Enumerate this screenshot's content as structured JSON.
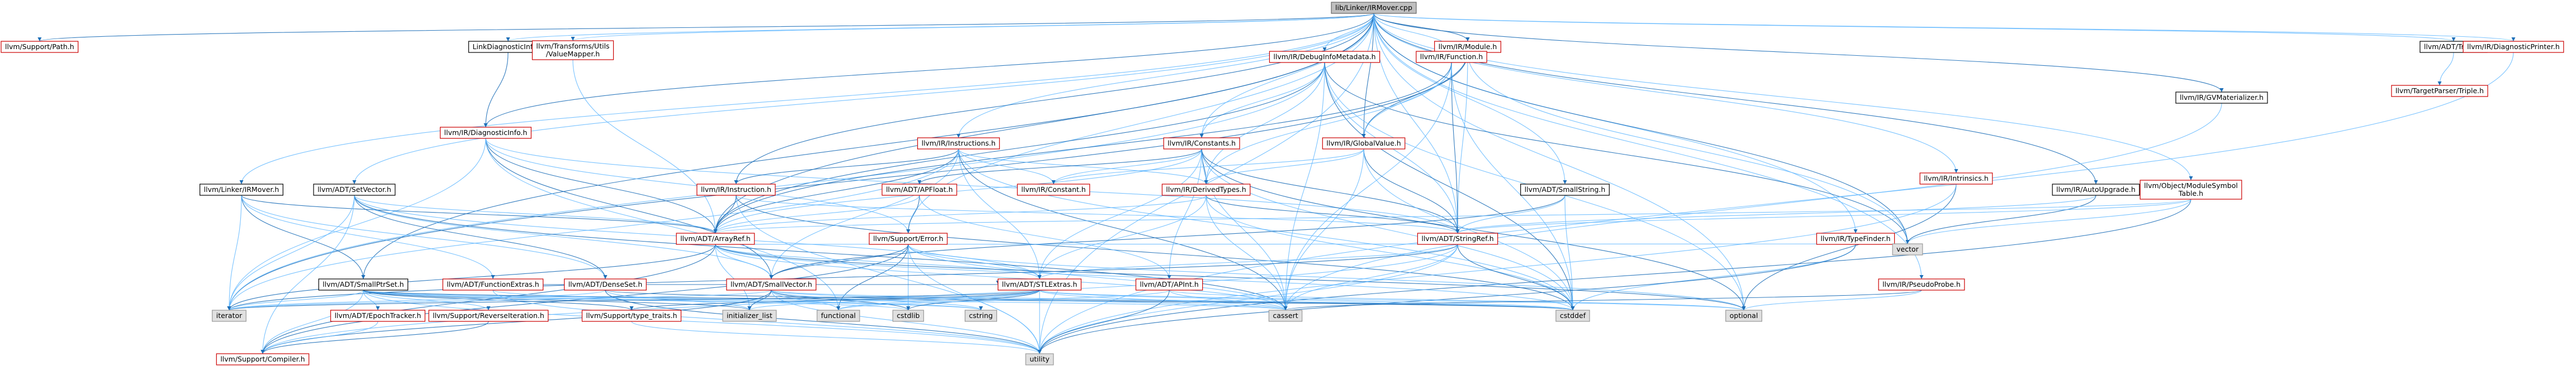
{
  "graph": {
    "root": "lib/Linker/IRMover.cpp",
    "nodes": [
      {
        "id": "root",
        "label": "lib/Linker/IRMover.cpp",
        "style": "root"
      },
      {
        "id": "supportpath",
        "label": "llvm/Support/Path.h",
        "style": "red"
      },
      {
        "id": "linkdiag",
        "label": "LinkDiagnosticInfo.h",
        "style": "plain"
      },
      {
        "id": "valuemapper",
        "label": [
          "llvm/Transforms/Utils",
          "/ValueMapper.h"
        ],
        "style": "red"
      },
      {
        "id": "module",
        "label": "llvm/IR/Module.h",
        "style": "red"
      },
      {
        "id": "debuginfo",
        "label": "llvm/IR/DebugInfoMetadata.h",
        "style": "red"
      },
      {
        "id": "function",
        "label": "llvm/IR/Function.h",
        "style": "red"
      },
      {
        "id": "gvmat",
        "label": "llvm/IR/GVMaterializer.h",
        "style": "plain"
      },
      {
        "id": "triple",
        "label": "llvm/ADT/Triple.h",
        "style": "plain"
      },
      {
        "id": "diagprinter",
        "label": "llvm/IR/DiagnosticPrinter.h",
        "style": "red"
      },
      {
        "id": "targetparser",
        "label": "llvm/TargetParser/Triple.h",
        "style": "red"
      },
      {
        "id": "diaginfo",
        "label": "llvm/IR/DiagnosticInfo.h",
        "style": "red"
      },
      {
        "id": "instructions",
        "label": "llvm/IR/Instructions.h",
        "style": "red"
      },
      {
        "id": "constants",
        "label": "llvm/IR/Constants.h",
        "style": "red"
      },
      {
        "id": "globalvalue",
        "label": "llvm/IR/GlobalValue.h",
        "style": "red"
      },
      {
        "id": "irmoverh",
        "label": "llvm/Linker/IRMover.h",
        "style": "plain"
      },
      {
        "id": "setvector",
        "label": "llvm/ADT/SetVector.h",
        "style": "plain"
      },
      {
        "id": "instruction",
        "label": "llvm/IR/Instruction.h",
        "style": "red"
      },
      {
        "id": "apfloat",
        "label": "llvm/ADT/APFloat.h",
        "style": "red"
      },
      {
        "id": "constant",
        "label": "llvm/IR/Constant.h",
        "style": "red"
      },
      {
        "id": "derivedtypes",
        "label": "llvm/IR/DerivedTypes.h",
        "style": "red"
      },
      {
        "id": "smallstring",
        "label": "llvm/ADT/SmallString.h",
        "style": "plain"
      },
      {
        "id": "intrinsics",
        "label": "llvm/IR/Intrinsics.h",
        "style": "red"
      },
      {
        "id": "autoupgrade",
        "label": "llvm/IR/AutoUpgrade.h",
        "style": "plain"
      },
      {
        "id": "modsymtab",
        "label": [
          "llvm/Object/ModuleSymbol",
          "Table.h"
        ],
        "style": "red"
      },
      {
        "id": "supporterror",
        "label": "llvm/Support/Error.h",
        "style": "red"
      },
      {
        "id": "arrayref",
        "label": "llvm/ADT/ArrayRef.h",
        "style": "red"
      },
      {
        "id": "stringref",
        "label": "llvm/ADT/StringRef.h",
        "style": "red"
      },
      {
        "id": "typefinder",
        "label": "llvm/IR/TypeFinder.h",
        "style": "red"
      },
      {
        "id": "smallptrset",
        "label": "llvm/ADT/SmallPtrSet.h",
        "style": "plain"
      },
      {
        "id": "functionextras",
        "label": "llvm/ADT/FunctionExtras.h",
        "style": "red"
      },
      {
        "id": "denseset",
        "label": "llvm/ADT/DenseSet.h",
        "style": "red"
      },
      {
        "id": "smallvector",
        "label": "llvm/ADT/SmallVector.h",
        "style": "red"
      },
      {
        "id": "stlextras",
        "label": "llvm/ADT/STLExtras.h",
        "style": "red"
      },
      {
        "id": "apint",
        "label": "llvm/ADT/APInt.h",
        "style": "red"
      },
      {
        "id": "pseudoprobe",
        "label": "llvm/IR/PseudoProbe.h",
        "style": "red"
      },
      {
        "id": "epochtracker",
        "label": "llvm/ADT/EpochTracker.h",
        "style": "red"
      },
      {
        "id": "reverseiter",
        "label": "llvm/Support/ReverseIteration.h",
        "style": "red"
      },
      {
        "id": "typetraits",
        "label": "llvm/Support/type_traits.h",
        "style": "red"
      },
      {
        "id": "compiler",
        "label": "llvm/Support/Compiler.h",
        "style": "red"
      },
      {
        "id": "iterator",
        "label": "iterator",
        "style": "sys"
      },
      {
        "id": "initlist",
        "label": "initializer_list",
        "style": "sys"
      },
      {
        "id": "functional",
        "label": "functional",
        "style": "sys"
      },
      {
        "id": "cstdlib",
        "label": "cstdlib",
        "style": "sys"
      },
      {
        "id": "cstring",
        "label": "cstring",
        "style": "sys"
      },
      {
        "id": "cassert",
        "label": "cassert",
        "style": "sys"
      },
      {
        "id": "cstddef",
        "label": "cstddef",
        "style": "sys"
      },
      {
        "id": "optional",
        "label": "optional",
        "style": "sys"
      },
      {
        "id": "vector",
        "label": "vector",
        "style": "sys"
      },
      {
        "id": "utility",
        "label": "utility",
        "style": "sys"
      }
    ]
  }
}
